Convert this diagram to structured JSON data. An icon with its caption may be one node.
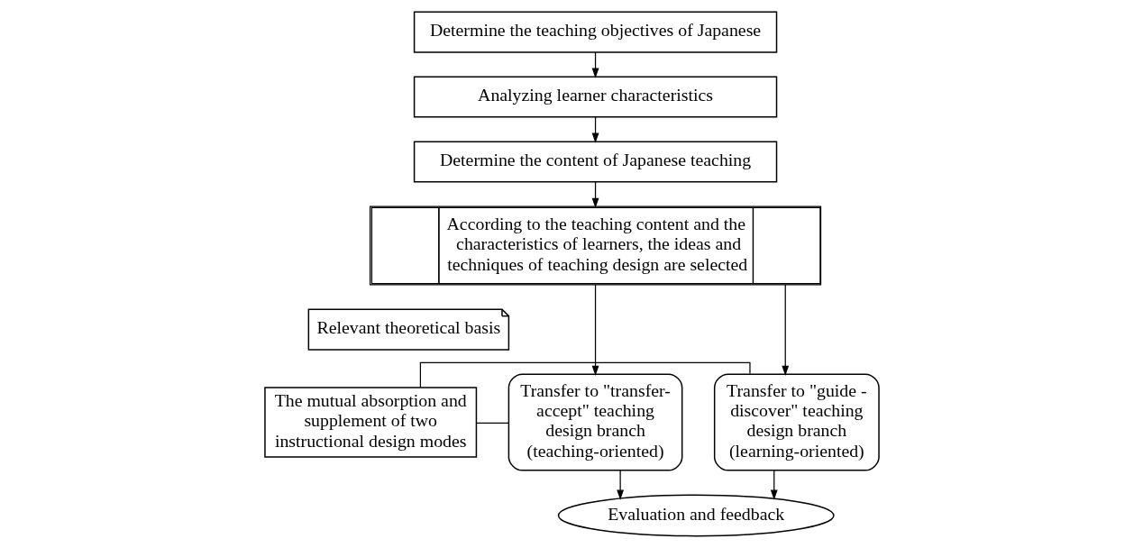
{
  "diagram": {
    "nodes": [
      {
        "text": [
          "Determine the teaching objectives of Japanese"
        ]
      },
      {
        "text": [
          "Analyzing learner characteristics"
        ]
      },
      {
        "text": [
          "Determine the content of Japanese teaching"
        ]
      },
      {
        "text": [
          "According to the teaching content and the characteristics of learners, the ideas and techniques of teaching design are selected"
        ]
      },
      {
        "text": [
          "Relevant theoretical basis"
        ]
      },
      {
        "text": [
          "Transfer to \"transfer-accept\" teaching design branch (teaching-oriented)"
        ]
      },
      {
        "text": [
          "The mutual absorption and supplement of two instructional design modes"
        ]
      },
      {
        "text": [
          "Transfer to \"guide - discover\" teaching design branch (learning-oriented)"
        ]
      },
      {
        "text": [
          "Evaluation and feedback"
        ]
      }
    ],
    "edges": [
      {
        "from": 0,
        "to": 1,
        "arrow": "to"
      },
      {
        "from": 1,
        "to": 2,
        "arrow": "to"
      },
      {
        "from": 2,
        "to": 3,
        "arrow": "to"
      },
      {
        "from": 3,
        "to": 5,
        "arrow": "to"
      },
      {
        "from": 3,
        "to": 7,
        "arrow": "to"
      },
      {
        "from": 5,
        "to": 6,
        "arrow": "none"
      },
      {
        "from": 6,
        "to": 7,
        "arrow": "none"
      },
      {
        "from": 5,
        "to": 8,
        "arrow": "to"
      },
      {
        "from": 7,
        "to": 8,
        "arrow": "to"
      }
    ]
  }
}
